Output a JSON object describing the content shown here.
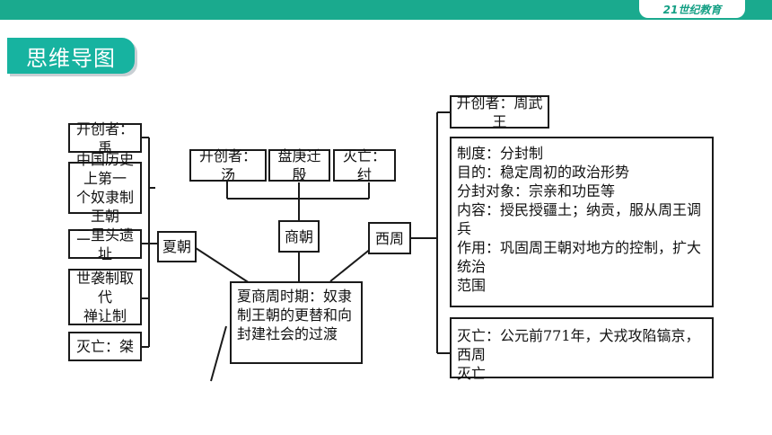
{
  "header": {
    "logo_text": "21世纪教育"
  },
  "title": "思维导图",
  "center": "夏商周时期：奴隶\n制王朝的更替和向\n封建社会的过渡",
  "xia": {
    "label": "夏朝",
    "items": [
      "开创者：禹",
      "中国历史上第一\n个奴隶制王朝",
      "二里头遗址",
      "世袭制取代\n禅让制",
      "灭亡：桀"
    ]
  },
  "shang": {
    "label": "商朝",
    "items": [
      "开创者：汤",
      "盘庚迁殷",
      "灭亡：纣"
    ]
  },
  "xizhou": {
    "label": "西周",
    "founder": "开创者：周武王",
    "system": "制度：分封制\n目的：稳定周初的政治形势\n分封对象：宗亲和功臣等\n内容：授民授疆土；纳贡，服从周王调兵\n作用：巩固周王朝对地方的控制，扩大统治\n范围",
    "fall": "灭亡：公元前771年，犬戎攻陷镐京，西周\n灭亡"
  }
}
